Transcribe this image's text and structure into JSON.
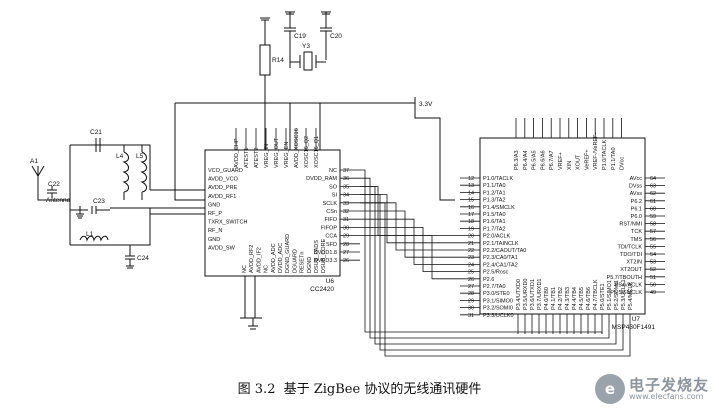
{
  "caption": {
    "figure_no": "图 3.2",
    "title": "基于 ZigBee 协议的无线通讯硬件"
  },
  "watermark": {
    "logo_glyph": "e",
    "name": "电子发烧友",
    "url": "www.elecfans.com"
  },
  "schematic": {
    "power_label": "3.3V",
    "components": {
      "antenna": "A1",
      "antenna_label": "Antenna",
      "c21": "C21",
      "c22": "C22",
      "c23": "C23",
      "c24": "C24",
      "l1": "L1",
      "l4": "L4",
      "l5": "L5",
      "r14": "R14",
      "c19": "C19",
      "c20": "C20",
      "y3": "Y3"
    },
    "cc2420": {
      "ref": "U6",
      "part": "CC2420",
      "left_pins": [
        "VCO_GUARD",
        "AVDD_VCO",
        "AVDD_PRE",
        "AVDD_RF1",
        "GND",
        "RF_P",
        "TXRX_SWITCH",
        "RF_N",
        "GND",
        "AVDD_SW"
      ],
      "right_pins": [
        "NC",
        "DVDD_RAM",
        "SO",
        "SI",
        "SCLK",
        "CSn",
        "FIFO",
        "FIFOP",
        "CCA",
        "SFD",
        "DVDD1.8",
        "DVDD3.3"
      ],
      "right_pin_numbers": [
        "37",
        "36",
        "35",
        "34",
        "33",
        "32",
        "31",
        "30",
        "29",
        "28",
        "27",
        "26"
      ],
      "top_pins": [
        "AVDD_CHP",
        "ATEST1",
        "ATEST2",
        "VREG_IN",
        "VREG_OUT",
        "VREG_EN",
        "AVDD_XOSC16",
        "XOSC16_Q2",
        "XOSC16_Q1"
      ],
      "bottom_pins": [
        "NC",
        "AVDD_RF2",
        "AVDD_IF2",
        "NC",
        "AVDD_ADC",
        "DVDD_ADC",
        "DGND_GUARD",
        "DGUARD",
        "RESETn",
        "DGND",
        "DSUB_PADS",
        "DSUB_CORE"
      ]
    },
    "msp430": {
      "ref": "U7",
      "part": "MSP430F1491",
      "left_pins": [
        "P1.0/TACLK",
        "P1.1/TA0",
        "P1.2/TA1",
        "P1.3/TA2",
        "P1.4/SMCLK",
        "P1.5/TA0",
        "P1.6/TA1",
        "P1.7/TA2",
        "P2.0/ACLK",
        "P2.1/TAINCLK",
        "P2.2/CAOUT/TA0",
        "P2.3/CA0/TA1",
        "P2.4/CA1/TA2",
        "P2.5/Rosc",
        "P2.6",
        "P2.7/TA0",
        "P3.0/STE0",
        "P3.1/SIMO0",
        "P3.2/SOMI0",
        "P3.3/UCLK0"
      ],
      "left_pin_numbers": [
        "12",
        "13",
        "14",
        "15",
        "16",
        "17",
        "18",
        "19",
        "20",
        "21",
        "22",
        "23",
        "24",
        "25",
        "26",
        "27",
        "28",
        "29",
        "30",
        "31"
      ],
      "right_pins": [
        "AVcc",
        "DVss",
        "AVss",
        "P6.2",
        "P6.1",
        "P6.0",
        "RST/NMI",
        "TCK",
        "TMS",
        "TDI/TCLK",
        "TDO/TDI",
        "XT2IN",
        "XT2OUT",
        "P5.7/TBOUTH",
        "P5.6/ACLK",
        "P5.5/SMCLK"
      ],
      "right_pin_numbers": [
        "64",
        "63",
        "62",
        "61",
        "60",
        "59",
        "58",
        "57",
        "56",
        "55",
        "54",
        "53",
        "52",
        "51",
        "50",
        "49"
      ],
      "top_pins": [
        "P6.3/A3",
        "P6.4/A4",
        "P6.5/A5",
        "P6.6/A6",
        "P6.7/A7",
        "VREF+",
        "XIN",
        "XOUT",
        "VeREF+",
        "VREF-/VeREF-",
        "P1.0/TACLK",
        "P1.1/TA0",
        "DVcc"
      ],
      "bottom_pins": [
        "P3.4/UTXD0",
        "P3.5/URXD0",
        "P3.6/UTXD1",
        "P3.7/URXD1",
        "P4.0/TB0",
        "P4.1/TB1",
        "P4.2/TB2",
        "P4.3/TB3",
        "P4.4/TB4",
        "P4.5/TB5",
        "P4.6/TB6",
        "P4.7/TBCLK",
        "P5.0/STE1",
        "P5.1/SIMO1",
        "P5.2/SOMI1",
        "P5.3/UCLK1",
        "P5.4/MCLK"
      ]
    }
  }
}
